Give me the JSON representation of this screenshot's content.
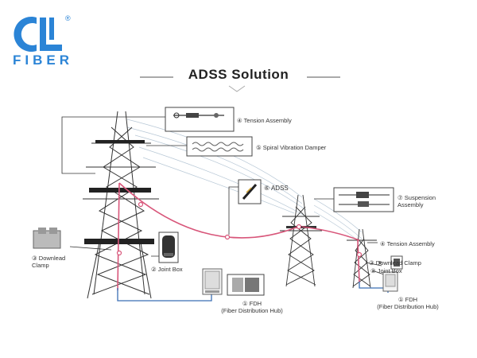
{
  "brand": {
    "name": "FIBER",
    "registered_mark": "®",
    "brand_color": "#2b84d6"
  },
  "title": "ADSS Solution",
  "colors": {
    "cable": "#d8567a",
    "blue_line": "#3b6fb5",
    "tower": "#333333",
    "wire": "#b8c8d6"
  },
  "labels": {
    "tension_assembly_top": "④ Tension Assembly",
    "spiral_vibration_damper": "⑤ Spiral Vibration Damper",
    "adss": "⑥ ADSS",
    "suspension_assembly": "⑦ Suspension Assembly",
    "tension_assembly_right": "④ Tension Assembly",
    "downlead_clamp_left": "③ Downlead Clamp",
    "joint_box_left": "② Joint Box",
    "fdh_left_1": "① FDH",
    "fdh_left_2": "(Fiber Distribution Hub)",
    "downlead_clamp_right": "③ Downlead Clamp",
    "joint_box_right": "② Joint Box",
    "fdh_right_1": "① FDH",
    "fdh_right_2": "(Fiber Distribution Hub)"
  }
}
